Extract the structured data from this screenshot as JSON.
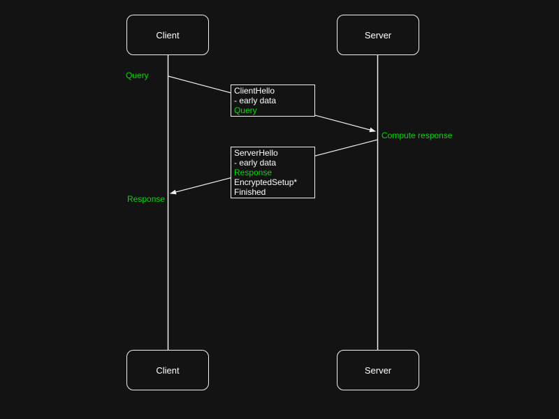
{
  "colors": {
    "background": "#131313",
    "stroke": "#f0f0f0",
    "text": "#ffffff",
    "accent_green": "#00dd00"
  },
  "actors": {
    "client": "Client",
    "server": "Server"
  },
  "labels": {
    "query": {
      "text": "Query",
      "color": "#00dd00"
    },
    "compute_response": {
      "text": "Compute response",
      "color": "#00dd00"
    },
    "response": {
      "text": "Response",
      "color": "#00dd00"
    }
  },
  "messages": {
    "client_hello": {
      "direction": "client-to-server",
      "lines": [
        {
          "text": "ClientHello",
          "color": "#ffffff"
        },
        {
          "text": "- early data",
          "color": "#ffffff"
        },
        {
          "text": "Query",
          "color": "#00dd00"
        }
      ]
    },
    "server_hello": {
      "direction": "server-to-client",
      "lines": [
        {
          "text": "ServerHello",
          "color": "#ffffff"
        },
        {
          "text": "- early data",
          "color": "#ffffff"
        },
        {
          "text": "Response",
          "color": "#00dd00"
        },
        {
          "text": "EncryptedSetup*",
          "color": "#ffffff"
        },
        {
          "text": "Finished",
          "color": "#ffffff"
        }
      ]
    }
  }
}
